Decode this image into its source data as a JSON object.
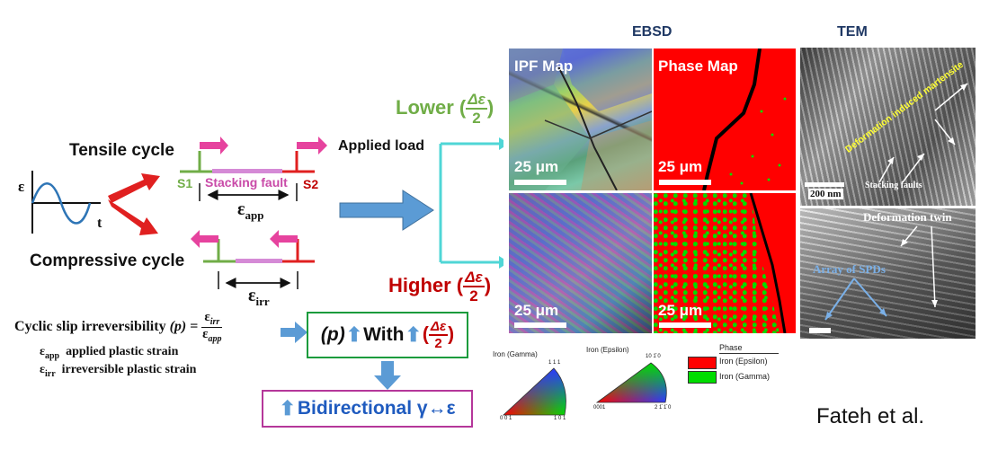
{
  "headers": {
    "ebsd": "EBSD",
    "tem": "TEM"
  },
  "schematic": {
    "strain_symbol": "ε",
    "time_symbol": "t",
    "tensile": "Tensile cycle",
    "compressive": "Compressive cycle",
    "s1": "S1",
    "s2": "S2",
    "stacking_fault": "Stacking fault",
    "applied_load": "Applied load",
    "eps_app_main": "ε",
    "eps_app_sub": "app",
    "eps_irr_main": "ε",
    "eps_irr_sub": "irr"
  },
  "levels": {
    "lower": "Lower",
    "higher": "Higher",
    "frac_num": "Δε",
    "frac_den": "2",
    "lower_color": "#70ad47",
    "higher_color": "#c00000"
  },
  "equation": {
    "lead": "Cyclic slip irreversibility",
    "p": "(p)",
    "eq": "=",
    "num_main": "ε",
    "num_sub": "irr",
    "den_main": "ε",
    "den_sub": "app",
    "def1_sym": "ε",
    "def1_sub": "app",
    "def1_text": "applied plastic strain",
    "def2_sym": "ε",
    "def2_sub": "irr",
    "def2_text": "irreversible plastic strain"
  },
  "box1": {
    "p": "(p)",
    "with": "With",
    "frac_num": "Δε",
    "frac_den": "2"
  },
  "box2": {
    "text": "Bidirectional γ↔ε"
  },
  "micrographs": {
    "ipf_label": "IPF Map",
    "phase_label": "Phase Map",
    "scale": "25 μm",
    "tem_scale": "200 nm",
    "dim_label": "Deformation induced martensite",
    "sf_label": "Stacking faults",
    "twin_label": "Deformation twin",
    "spd_label": "Array of SPDs"
  },
  "legends": {
    "gamma_title": "Iron (Gamma)",
    "gamma_top": "1 1 1",
    "gamma_bl": "0 0 1",
    "gamma_br": "1 0 1",
    "eps_title": "Iron (Epsilon)",
    "eps_top": "10 1̄ 0",
    "eps_bl": "0001",
    "eps_br": "2 1̄ 1̄ 0",
    "phase_title": "Phase",
    "phase_eps": "Iron (Epsilon)",
    "phase_gamma": "Iron (Gamma)",
    "phase_eps_color": "#ff0000",
    "phase_gamma_color": "#00dd00"
  },
  "credit": "Fateh et al.",
  "colors": {
    "green": "#70ad47",
    "red": "#c00000",
    "magenta": "#e6439e",
    "pinkbar": "#d58ad6",
    "blue": "#5b9bd5",
    "cyan": "#4fd6d6",
    "navy": "#1f3864",
    "boxblue": "#1f5bbf"
  }
}
